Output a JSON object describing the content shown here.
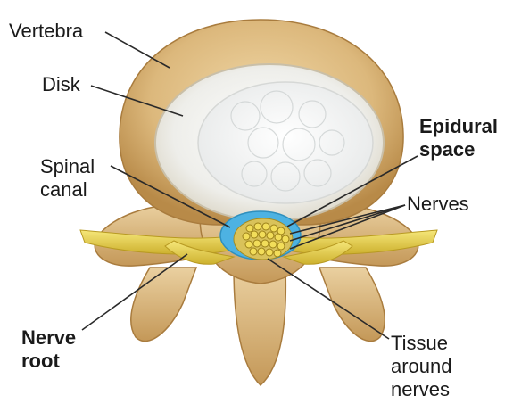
{
  "labels": {
    "vertebra": "Vertebra",
    "disk": "Disk",
    "spinal_canal": [
      "Spinal",
      "canal"
    ],
    "epidural_space": [
      "Epidural",
      "space"
    ],
    "nerves": "Nerves",
    "nerve_root": [
      "Nerve",
      "root"
    ],
    "tissue_around_nerves": [
      "Tissue",
      "around",
      "nerves"
    ]
  },
  "colors": {
    "bone": "#e0c188",
    "bone_shadow": "#b98c4a",
    "disk_ring": "#e8e3d7",
    "disk_center": "#f1f2f2",
    "nerve_yellow": "#e8d24a",
    "epidural_blue": "#4db2e2",
    "leader_line": "#2a2a2a"
  }
}
